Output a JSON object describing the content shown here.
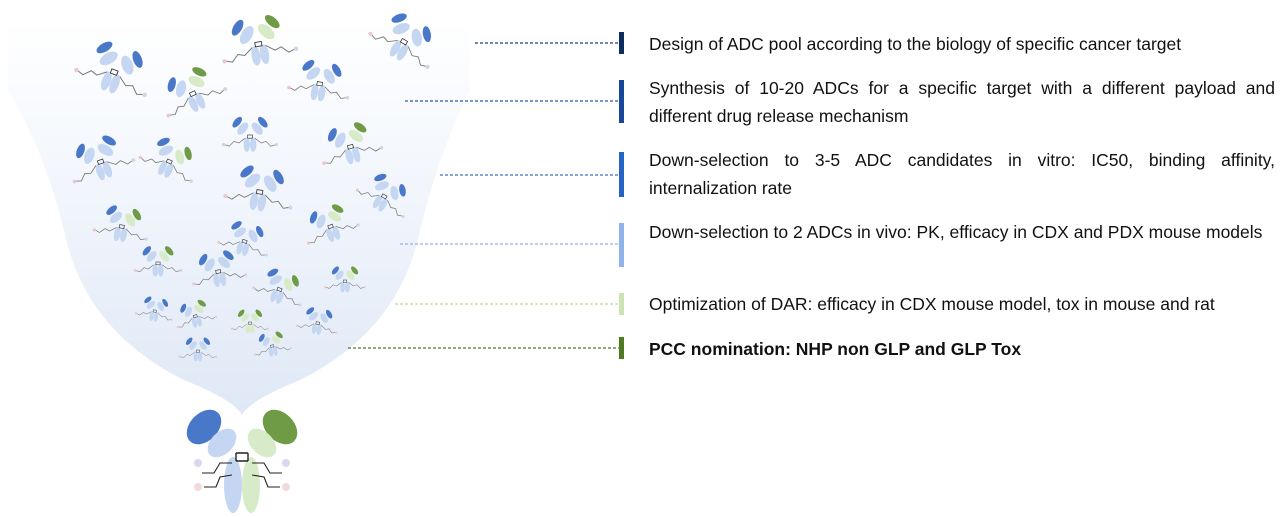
{
  "steps": [
    {
      "text": "Design of ADC pool according to the biology of specific cancer target",
      "bar_color": "#0d2d5e",
      "line_color": "#1f3f75",
      "bold": false
    },
    {
      "text": "Synthesis of 10-20 ADCs for a specific target with a different payload and different drug release mechanism",
      "bar_color": "#17469a",
      "line_color": "#2a58aa",
      "bold": false
    },
    {
      "text": "Down-selection to 3-5 ADC candidates in vitro: IC50, binding affinity, internalization rate",
      "bar_color": "#2563c7",
      "line_color": "#3a72cc",
      "bold": false
    },
    {
      "text": "Down-selection to 2 ADCs in vivo: PK, efficacy in CDX and PDX mouse models",
      "bar_color": "#8fb3ea",
      "line_color": "#8fb3ea",
      "bold": false
    },
    {
      "text": "Optimization of DAR: efficacy in CDX mouse model, tox in mouse and rat",
      "bar_color": "#c9e3b4",
      "line_color": "#b8d8a0",
      "bold": false
    },
    {
      "text": "PCC nomination:  NHP non GLP and GLP Tox",
      "bar_color": "#4e7a22",
      "line_color": "#4e7a22",
      "bold": true
    }
  ],
  "colors": {
    "heavy_dark_blue": "#4a78c8",
    "light_blue": "#c4d6f2",
    "green": "#6f9a46",
    "light_green": "#d8ebc8",
    "funnel": "#e4ecf8"
  },
  "icons": {
    "small_adc": "adc-molecule-icon",
    "final_adc": "final-adc-molecule-icon"
  }
}
